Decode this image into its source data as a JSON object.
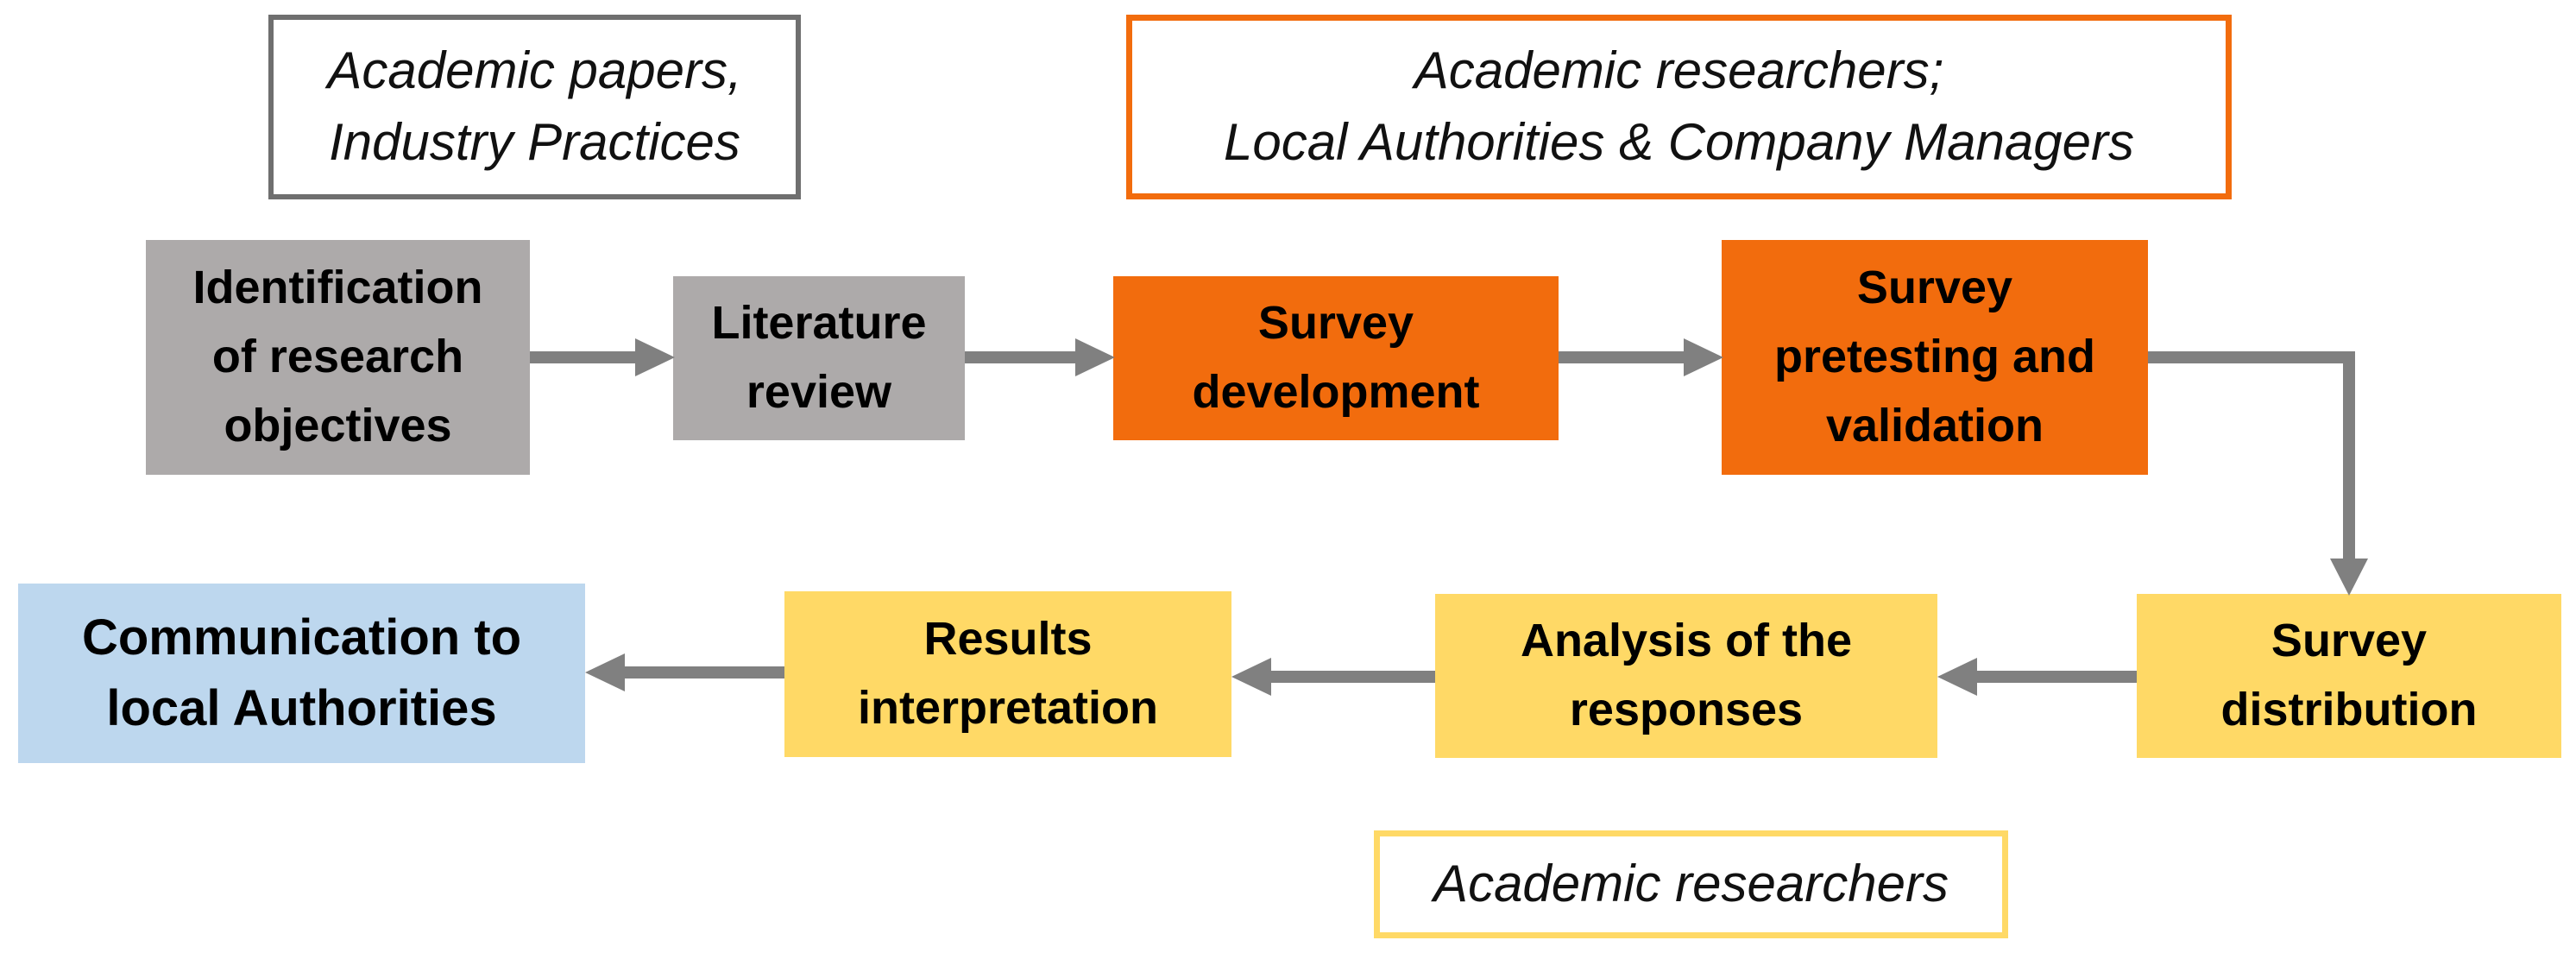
{
  "colors": {
    "gray_box": "#ADAAAA",
    "orange_box": "#F26C0D",
    "yellow_box": "#FFD966",
    "blue_box": "#BDD7EE",
    "arrow": "#808080",
    "note_gray_border": "#6F6F6F",
    "note_orange_border": "#F26C0D",
    "note_yellow_border": "#FFD966"
  },
  "notes": {
    "sources": "Academic papers,\nIndustry Practices",
    "validators": "Academic researchers;\nLocal Authorities & Company Managers",
    "analysts": "Academic researchers"
  },
  "steps": {
    "identification": "Identification\nof research\nobjectives",
    "literature": "Literature\nreview",
    "development": "Survey\ndevelopment",
    "pretesting": "Survey\npretesting and\nvalidation",
    "distribution": "Survey\ndistribution",
    "analysis": "Analysis of the\nresponses",
    "interpretation": "Results\ninterpretation",
    "communication": "Communication to\nlocal Authorities"
  }
}
